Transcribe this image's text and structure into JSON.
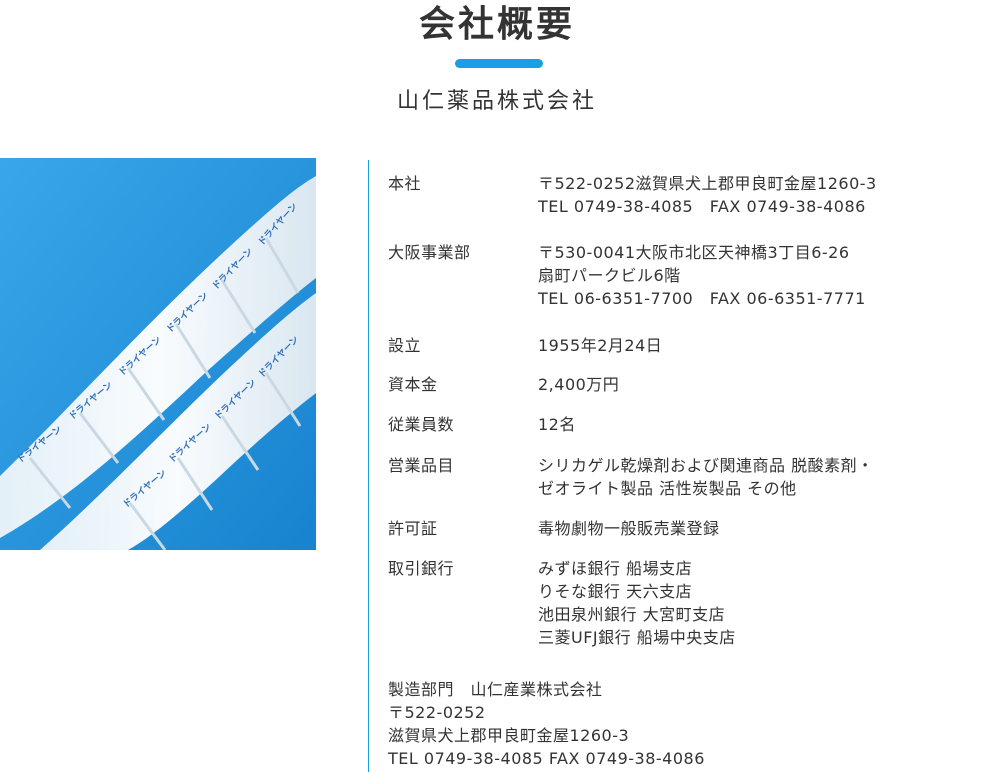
{
  "header": {
    "title": "会社概要",
    "company": "山仁薬品株式会社",
    "accent_color": "#1a9ee6"
  },
  "photo": {
    "package_text": "ドライヤーン"
  },
  "profile": [
    {
      "label": "本社",
      "lines": [
        "〒522-0252滋賀県犬上郡甲良町金屋1260-3",
        "TEL 0749-38-4085　FAX 0749-38-4086"
      ]
    },
    {
      "label": "大阪事業部",
      "lines": [
        "〒530-0041大阪市北区天神橋3丁目6-26",
        "扇町パークビル6階",
        "TEL 06-6351-7700　FAX 06-6351-7771"
      ]
    },
    {
      "label": "設立",
      "lines": [
        "1955年2月24日"
      ]
    },
    {
      "label": "資本金",
      "lines": [
        "2,400万円"
      ]
    },
    {
      "label": "従業員数",
      "lines": [
        "12名"
      ]
    },
    {
      "label": "営業品目",
      "lines": [
        "シリカゲル乾燥剤および関連商品 脱酸素剤・",
        "ゼオライト製品 活性炭製品 その他"
      ]
    },
    {
      "label": "許可証",
      "lines": [
        "毒物劇物一般販売業登録"
      ]
    },
    {
      "label": "取引銀行",
      "lines": [
        "みずほ銀行 船場支店",
        "りそな銀行 天六支店",
        "池田泉州銀行 大宮町支店",
        "三菱UFJ銀行 船場中央支店"
      ]
    }
  ],
  "manufacturing": {
    "lines": [
      "製造部門　山仁産業株式会社",
      "〒522-0252",
      "滋賀県犬上郡甲良町金屋1260-3",
      "TEL 0749-38-4085 FAX 0749-38-4086"
    ]
  }
}
